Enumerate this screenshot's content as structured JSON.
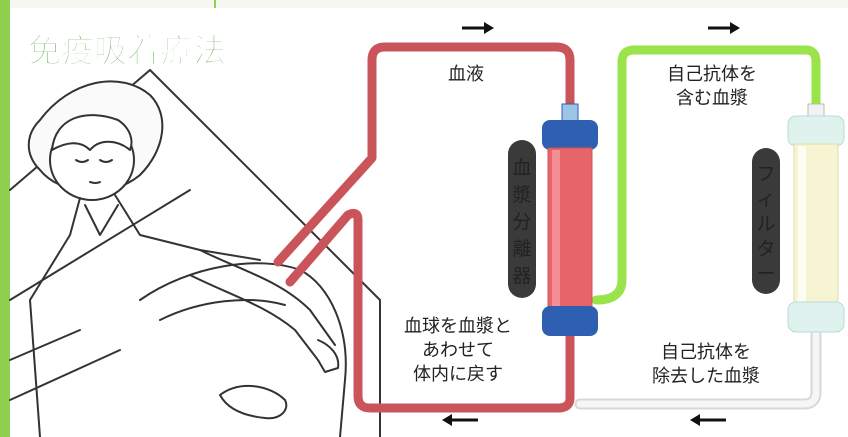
{
  "title": "免疫吸着療法",
  "labels": {
    "blood": "血液",
    "plasma_with_antibodies_line1": "自己抗体を",
    "plasma_with_antibodies_line2": "含む血漿",
    "return_line1": "血球を血漿と",
    "return_line2": "あわせて",
    "return_line3": "体内に戻す",
    "plasma_removed_line1": "自己抗体を",
    "plasma_removed_line2": "除去した血漿"
  },
  "devices": {
    "separator": [
      "血",
      "漿",
      "分",
      "離",
      "器"
    ],
    "filter": [
      "フ",
      "ィ",
      "ル",
      "タ",
      "ー"
    ]
  },
  "colors": {
    "title_green": "#3f9b2c",
    "frame_green": "#8fd14f",
    "blood_tube": "#c9545a",
    "plasma_tube": "#9be34a",
    "clean_tube": "#f1f1f1",
    "separator_body": "#e8646b",
    "separator_cap": "#2f5fb0",
    "filter_body": "#f7f4d4",
    "filter_cap": "#dff2ee",
    "label_pill": "#3a3a3a",
    "arrow": "#111111"
  },
  "icons": [
    "arrow-right-icon",
    "arrow-left-icon",
    "patient-illustration"
  ]
}
